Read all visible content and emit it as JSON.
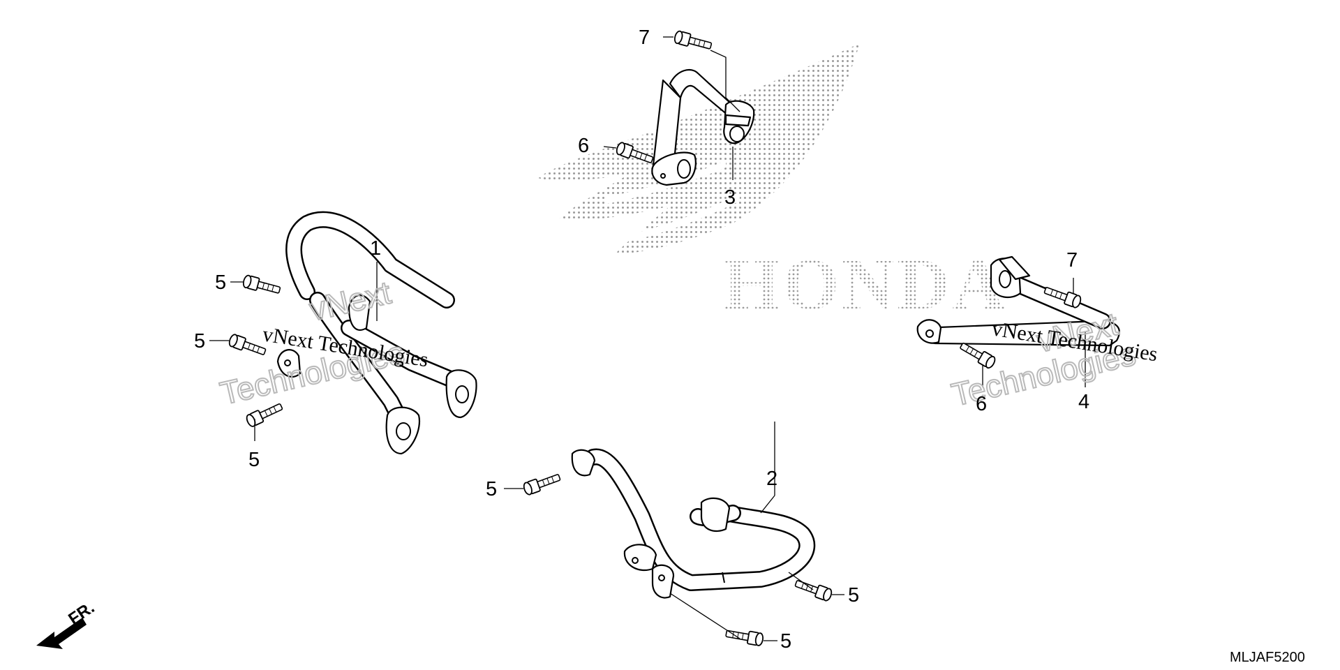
{
  "logo": {
    "brand": "HONDA",
    "wing_icon": "honda-wing-icon",
    "color": "#9a9a9a"
  },
  "watermark": {
    "line1": "vNext",
    "line2": "Technologies",
    "overlay": "vNext Technologies"
  },
  "callouts": {
    "c1": "1",
    "c2": "2",
    "c3": "3",
    "c4": "4",
    "c5a": "5",
    "c5b": "5",
    "c5c": "5",
    "c5d": "5",
    "c5e": "5",
    "c5f": "5",
    "c6a": "6",
    "c6b": "6",
    "c7a": "7",
    "c7b": "7"
  },
  "direction": {
    "label": "FR.",
    "icon": "front-arrow-icon"
  },
  "diagram_code": "MLJAF5200"
}
